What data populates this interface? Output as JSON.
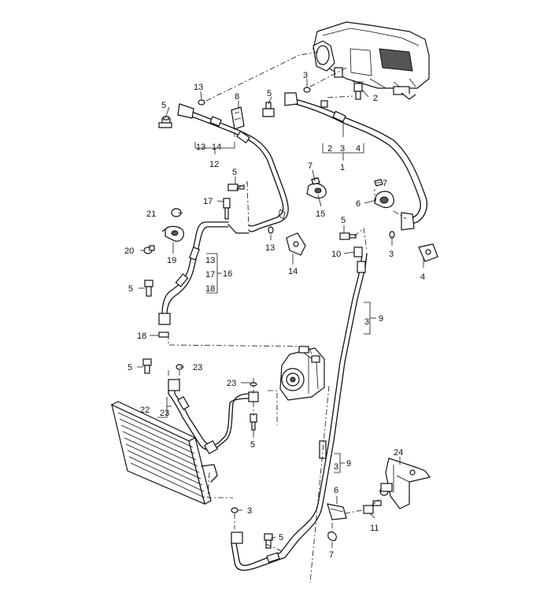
{
  "callouts": [
    {
      "id": "c2",
      "text": "2"
    },
    {
      "id": "c3a",
      "text": "3"
    },
    {
      "id": "c5a",
      "text": "5"
    },
    {
      "id": "c8",
      "text": "8"
    },
    {
      "id": "c13a",
      "text": "13"
    },
    {
      "id": "c5b",
      "text": "5"
    },
    {
      "id": "c7a",
      "text": "7"
    },
    {
      "id": "c7b",
      "text": "7"
    },
    {
      "id": "c6a",
      "text": "6"
    },
    {
      "id": "c17",
      "text": "17"
    },
    {
      "id": "c5c",
      "text": "5"
    },
    {
      "id": "c15",
      "text": "15"
    },
    {
      "id": "c21",
      "text": "21"
    },
    {
      "id": "c5d",
      "text": "5"
    },
    {
      "id": "c20",
      "text": "20"
    },
    {
      "id": "c19",
      "text": "19"
    },
    {
      "id": "c13b",
      "text": "13"
    },
    {
      "id": "c14",
      "text": "14"
    },
    {
      "id": "c10",
      "text": "10"
    },
    {
      "id": "c3b",
      "text": "3"
    },
    {
      "id": "c4",
      "text": "4"
    },
    {
      "id": "c5e",
      "text": "5"
    },
    {
      "id": "c18a",
      "text": "18"
    },
    {
      "id": "c5f",
      "text": "5"
    },
    {
      "id": "c23a",
      "text": "23"
    },
    {
      "id": "c23b",
      "text": "23"
    },
    {
      "id": "c5g",
      "text": "5"
    },
    {
      "id": "c24",
      "text": "24"
    },
    {
      "id": "c6b",
      "text": "6"
    },
    {
      "id": "c11",
      "text": "11"
    },
    {
      "id": "c3c",
      "text": "3"
    },
    {
      "id": "c5h",
      "text": "5"
    },
    {
      "id": "c7c",
      "text": "7"
    }
  ],
  "groups": [
    {
      "id": "g12",
      "items": [
        "13",
        "14"
      ],
      "total": "12"
    },
    {
      "id": "g1",
      "items": [
        "2",
        "3",
        "4"
      ],
      "total": "1"
    },
    {
      "id": "g16",
      "items": [
        "13",
        "17",
        "18"
      ],
      "total": "16"
    },
    {
      "id": "g9a",
      "items": [
        "3"
      ],
      "total": "9"
    },
    {
      "id": "g22",
      "items": [
        "23"
      ],
      "total": "22"
    },
    {
      "id": "g9b",
      "items": [
        "3"
      ],
      "total": "9"
    }
  ]
}
